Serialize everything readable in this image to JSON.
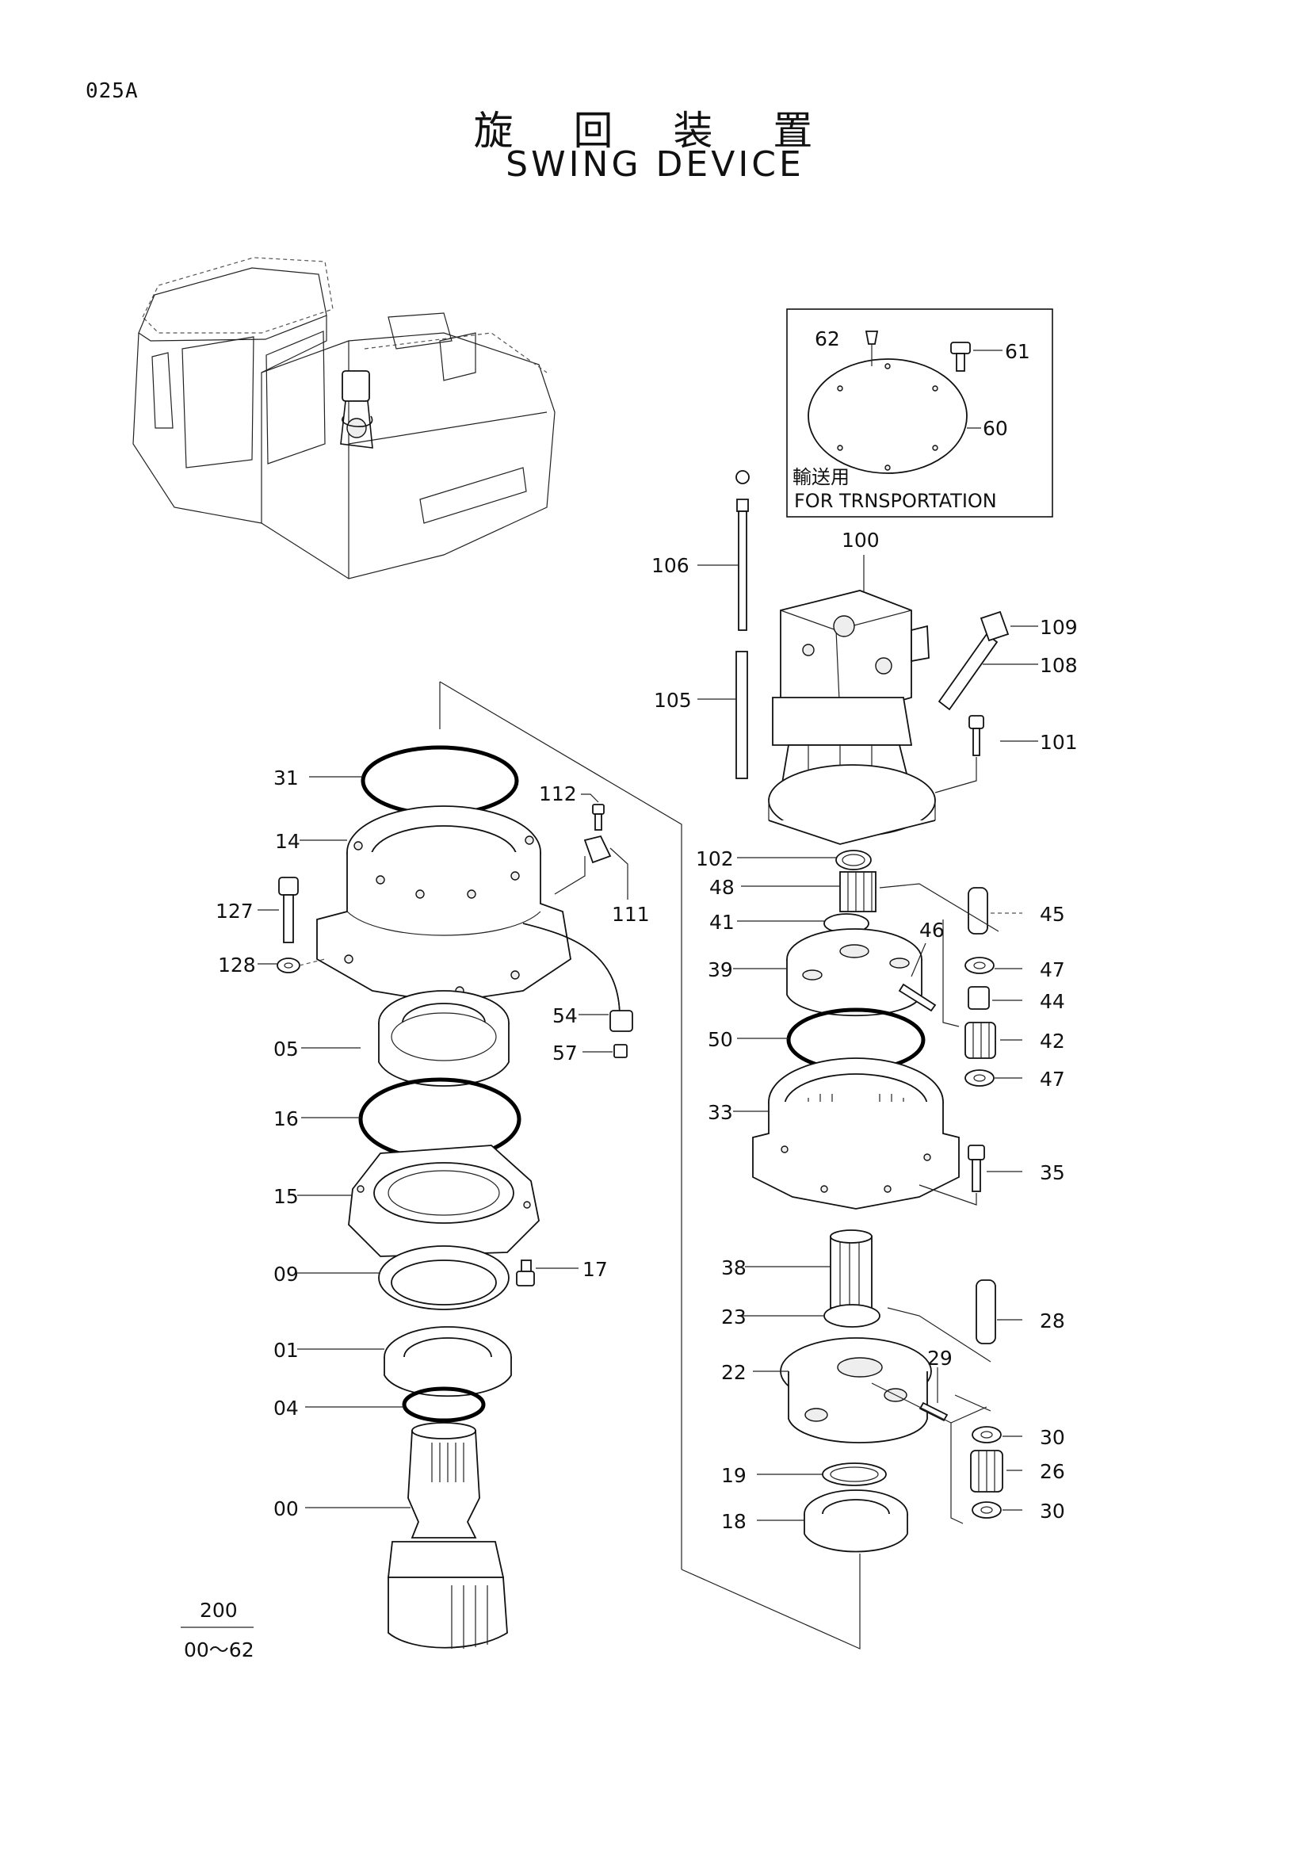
{
  "header": {
    "page_code": "025A",
    "title_ja": "旋 回 装 置",
    "title_en": "SWING DEVICE"
  },
  "inset": {
    "label_ja": "輸送用",
    "label_en": "FOR TRNSPORTATION",
    "parts": [
      "62",
      "61",
      "60"
    ]
  },
  "assembly": {
    "number": "200",
    "range": "00～62"
  },
  "callouts": {
    "c100": "100",
    "c101": "101",
    "c102": "102",
    "c105": "105",
    "c106": "106",
    "c108": "108",
    "c109": "109",
    "c111": "111",
    "c112": "112",
    "c127": "127",
    "c128": "128",
    "c31": "31",
    "c14": "14",
    "c54": "54",
    "c57": "57",
    "c05": "05",
    "c16": "16",
    "c15": "15",
    "c17": "17",
    "c09": "09",
    "c01": "01",
    "c04": "04",
    "c00": "00",
    "c48": "48",
    "c41": "41",
    "c39": "39",
    "c46": "46",
    "c45": "45",
    "c47a": "47",
    "c44": "44",
    "c42": "42",
    "c47b": "47",
    "c50": "50",
    "c33": "33",
    "c35": "35",
    "c38": "38",
    "c23": "23",
    "c28": "28",
    "c22": "22",
    "c29": "29",
    "c30a": "30",
    "c26": "26",
    "c30b": "30",
    "c19": "19",
    "c18": "18"
  }
}
